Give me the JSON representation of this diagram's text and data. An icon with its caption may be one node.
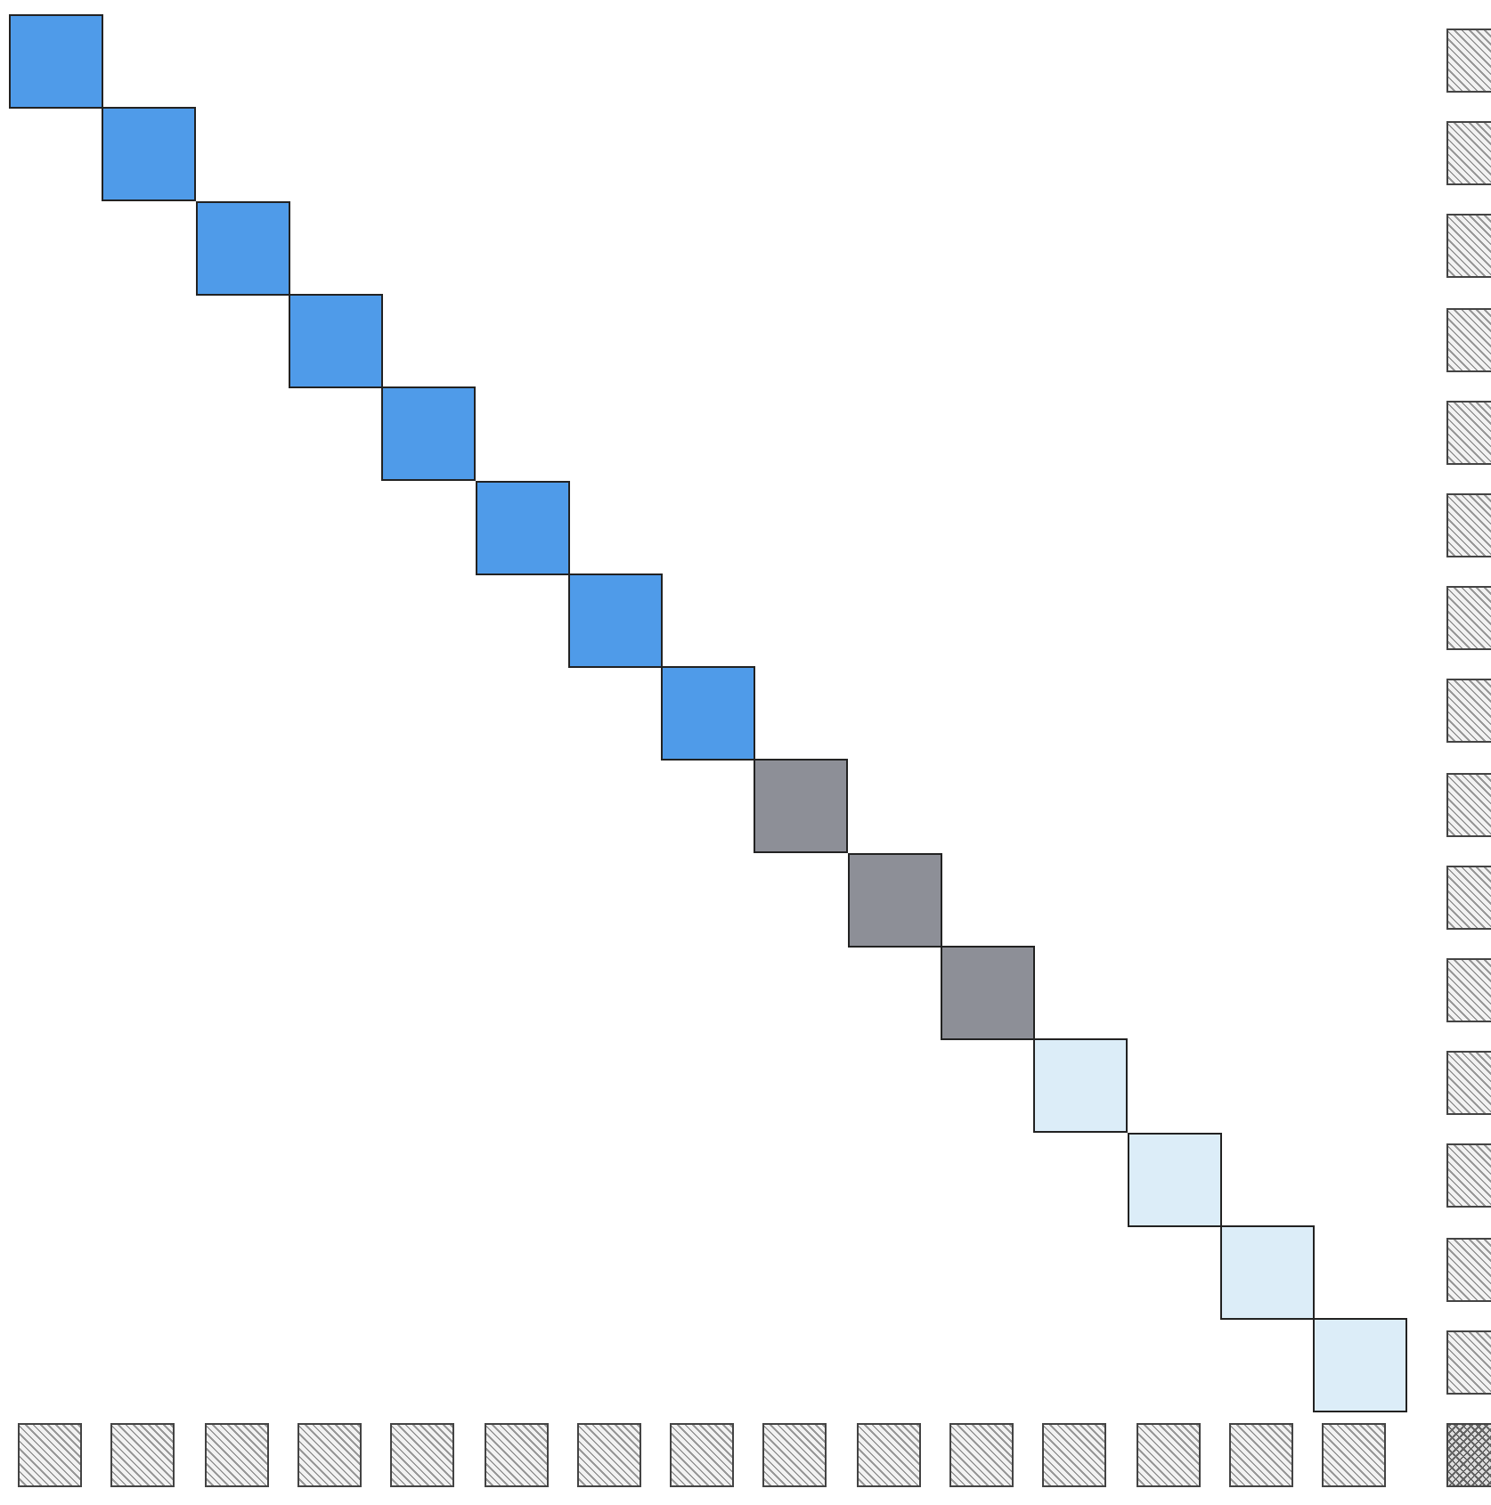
{
  "diagram": {
    "nodes": [
      {
        "text": [],
        "shape": "box"
      },
      {
        "text": [],
        "shape": "box"
      },
      {
        "text": [],
        "shape": "box"
      },
      {
        "text": [],
        "shape": "box"
      },
      {
        "text": [],
        "shape": "box"
      },
      {
        "text": [],
        "shape": "box"
      },
      {
        "text": [],
        "shape": "box"
      },
      {
        "text": [],
        "shape": "box"
      },
      {
        "text": [],
        "shape": "box"
      },
      {
        "text": [],
        "shape": "box"
      },
      {
        "text": [],
        "shape": "box"
      },
      {
        "text": [],
        "shape": "box"
      },
      {
        "text": [],
        "shape": "box"
      },
      {
        "text": [],
        "shape": "box"
      },
      {
        "text": [],
        "shape": "box"
      },
      {
        "text": [],
        "shape": "box"
      },
      {
        "text": [],
        "shape": "box"
      },
      {
        "text": [],
        "shape": "box"
      },
      {
        "text": [],
        "shape": "box"
      },
      {
        "text": [],
        "shape": "box"
      },
      {
        "text": [],
        "shape": "box"
      },
      {
        "text": [],
        "shape": "box"
      },
      {
        "text": [],
        "shape": "box"
      },
      {
        "text": [],
        "shape": "box"
      },
      {
        "text": [],
        "shape": "box"
      },
      {
        "text": [],
        "shape": "box"
      },
      {
        "text": [],
        "shape": "box"
      },
      {
        "text": [],
        "shape": "box"
      },
      {
        "text": [],
        "shape": "box"
      },
      {
        "text": [],
        "shape": "box"
      },
      {
        "text": [],
        "shape": "box"
      },
      {
        "text": [],
        "shape": "box"
      },
      {
        "text": [],
        "shape": "box"
      },
      {
        "text": [],
        "shape": "box"
      },
      {
        "text": [],
        "shape": "box"
      },
      {
        "text": [],
        "shape": "box"
      },
      {
        "text": [],
        "shape": "box"
      },
      {
        "text": [],
        "shape": "box"
      },
      {
        "text": [],
        "shape": "box"
      },
      {
        "text": [],
        "shape": "box"
      },
      {
        "text": [],
        "shape": "box"
      },
      {
        "text": [],
        "shape": "box"
      },
      {
        "text": [],
        "shape": "box"
      },
      {
        "text": [],
        "shape": "box"
      },
      {
        "text": [],
        "shape": "box"
      },
      {
        "text": [],
        "shape": "box"
      }
    ]
  }
}
